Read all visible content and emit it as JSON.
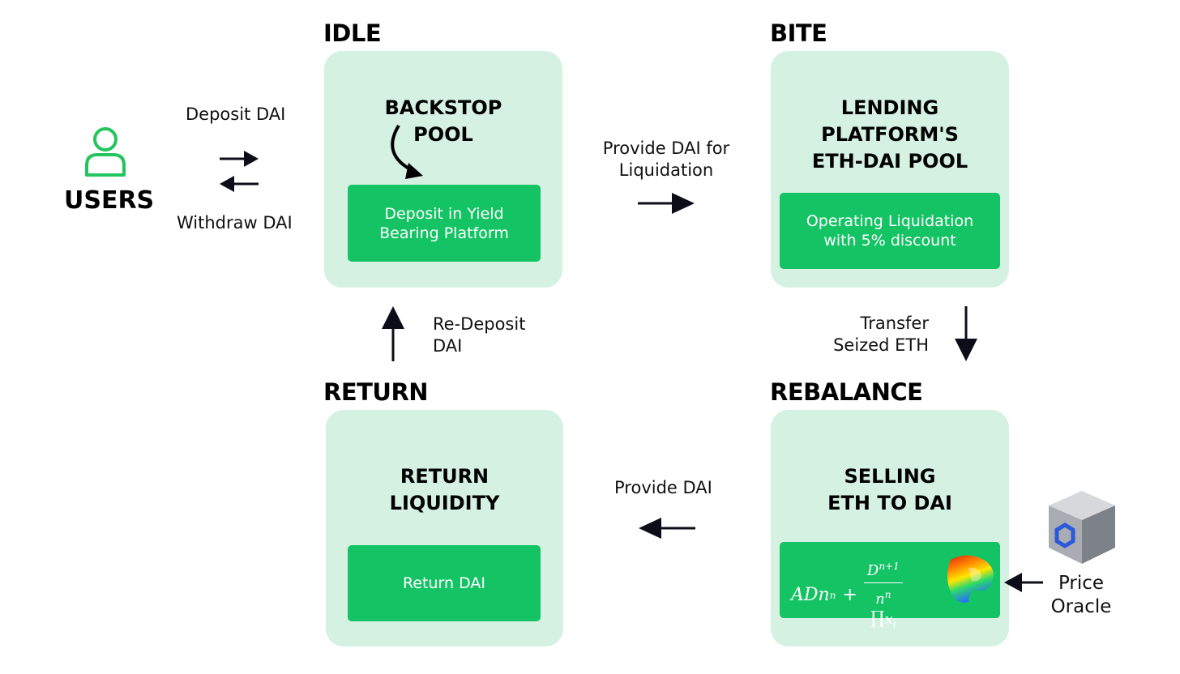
{
  "users": {
    "label": "USERS",
    "icon": "user-icon"
  },
  "flows": {
    "deposit": "Deposit DAI",
    "withdraw": "Withdraw DAI",
    "provide_liquidation": "Provide DAI for\nLiquidation",
    "transfer": "Transfer\nSeized ETH",
    "provide_dai": "Provide DAI",
    "redeposit": "Re-Deposit\nDAI"
  },
  "stages": {
    "idle": {
      "label": "IDLE",
      "title": "BACKSTOP\nPOOL",
      "action": "Deposit in Yield\nBearing Platform"
    },
    "bite": {
      "label": "BITE",
      "title": "LENDING\nPLATFORM'S\nETH-DAI POOL",
      "action": "Operating Liquidation\nwith 5% discount"
    },
    "rebalance": {
      "label": "REBALANCE",
      "title": "SELLING\nETH TO DAI",
      "formula": {
        "base": "ADn",
        "base_exp": "n",
        "plus": "+",
        "num": "D",
        "num_exp": "n+1",
        "den_a": "n",
        "den_a_exp": "n",
        "den_prod": "∏",
        "den_var": "x",
        "den_sub": "i"
      }
    },
    "return": {
      "label": "RETURN",
      "title": "RETURN\nLIQUIDITY",
      "action": "Return DAI"
    }
  },
  "oracle": {
    "label": "Price\nOracle",
    "icon": "chainlink-cube-icon"
  },
  "colors": {
    "panel": "#d5f1e2",
    "inner": "#14c364",
    "user_icon": "#22c55e",
    "arrow": "#0d0d1a"
  }
}
